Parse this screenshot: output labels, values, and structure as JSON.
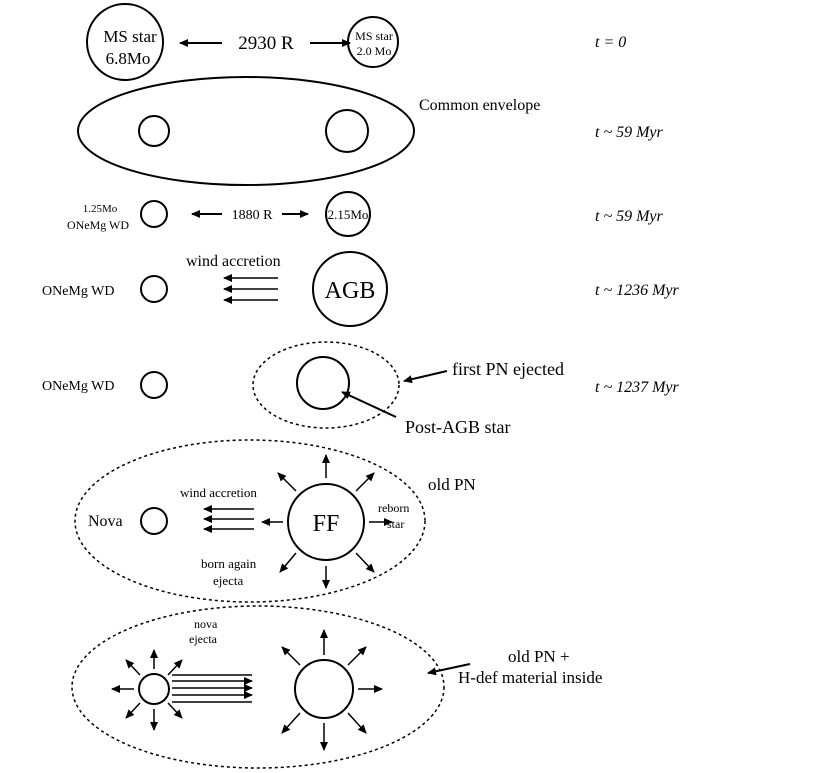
{
  "stage1": {
    "ms_star_left_line1": "MS star",
    "ms_star_left_line2": "6.8Mo",
    "separation": "2930 R",
    "ms_star_right_line1": "MS star",
    "ms_star_right_line2": "2.0 Mo",
    "time": "t = 0"
  },
  "stage2": {
    "label": "Common envelope",
    "time": "t ~ 59 Myr"
  },
  "stage3": {
    "wd_mass": "1.25Mo",
    "wd_type": "ONeMg WD",
    "separation": "1880 R",
    "companion_mass": "2.15Mo",
    "time": "t ~ 59 Myr"
  },
  "stage4": {
    "wd_label": "ONeMg WD",
    "wind_label": "wind accretion",
    "agb_label": "AGB",
    "time": "t ~ 1236 Myr"
  },
  "stage5": {
    "wd_label": "ONeMg WD",
    "pn_label": "first PN ejected",
    "post_agb_label": "Post-AGB star",
    "time": "t ~ 1237 Myr"
  },
  "stage6": {
    "nova_label": "Nova",
    "wind_label": "wind accretion",
    "ff_label": "FF",
    "old_pn_label": "old PN",
    "reborn_line1": "reborn",
    "reborn_line2": "star",
    "born_again_line1": "born again",
    "born_again_line2": "ejecta"
  },
  "stage7": {
    "nova_ejecta_line1": "nova",
    "nova_ejecta_line2": "ejecta",
    "label_line1": "old PN +",
    "label_line2": "H-def material inside"
  }
}
